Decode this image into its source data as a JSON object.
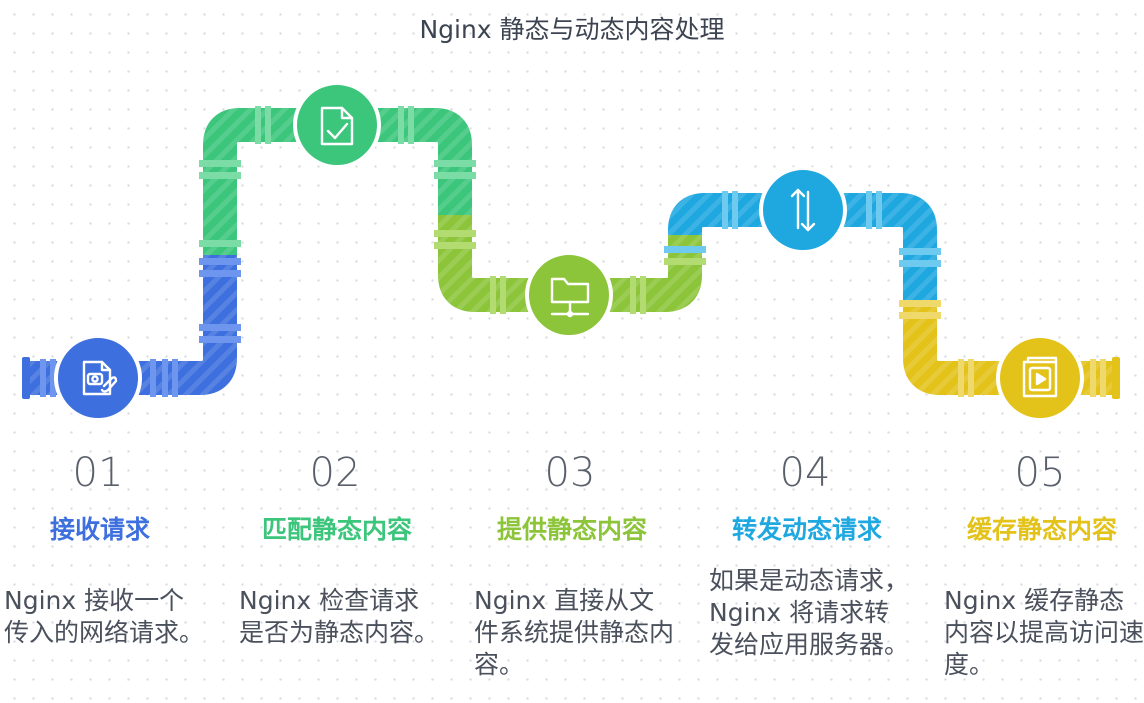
{
  "title": "Nginx 静态与动态内容处理",
  "colors": {
    "blue": "#3d6fde",
    "green": "#3cc67c",
    "lime": "#8cc43a",
    "sky": "#1fa8e0",
    "yellow": "#e3c21a"
  },
  "steps": [
    {
      "num": "01",
      "title": "接收请求",
      "desc": "Nginx 接收一个传入的网络请求。",
      "icon": "image-file-icon",
      "color": "#3d6fde"
    },
    {
      "num": "02",
      "title": "匹配静态内容",
      "desc": "Nginx 检查请求是否为静态内容。",
      "icon": "document-check-icon",
      "color": "#3cc67c"
    },
    {
      "num": "03",
      "title": "提供静态内容",
      "desc": "Nginx 直接从文件系统提供静态内容。",
      "icon": "folder-network-icon",
      "color": "#8cc43a"
    },
    {
      "num": "04",
      "title": "转发动态请求",
      "desc": "如果是动态请求，Nginx 将请求转发给应用服务器。",
      "icon": "up-down-arrows-icon",
      "color": "#1fa8e0"
    },
    {
      "num": "05",
      "title": "缓存静态内容",
      "desc": "Nginx 缓存静态内容以提高访问速度。",
      "icon": "video-book-icon",
      "color": "#e3c21a"
    }
  ]
}
